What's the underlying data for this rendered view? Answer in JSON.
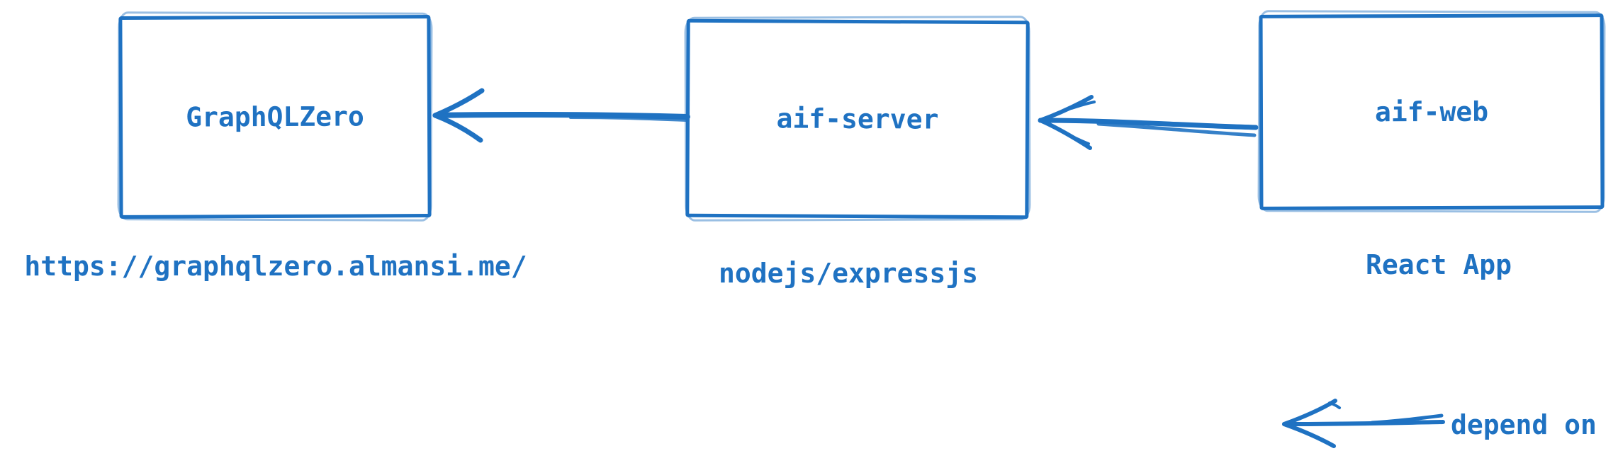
{
  "diagram": {
    "colors": {
      "stroke": "#1f72c2",
      "background": "#ffffff"
    },
    "nodes": [
      {
        "id": "graphqlzero",
        "label": "GraphQLZero",
        "caption": "https://graphqlzero.almansi.me/"
      },
      {
        "id": "aif-server",
        "label": "aif-server",
        "caption": "nodejs/expressjs"
      },
      {
        "id": "aif-web",
        "label": "aif-web",
        "caption": "React App"
      }
    ],
    "edges": [
      {
        "from": "aif-server",
        "to": "graphqlzero",
        "relation": "depend on",
        "direction": "left"
      },
      {
        "from": "aif-web",
        "to": "aif-server",
        "relation": "depend on",
        "direction": "left"
      }
    ],
    "legend": {
      "icon": "left-arrow-icon",
      "label": "depend on"
    }
  }
}
